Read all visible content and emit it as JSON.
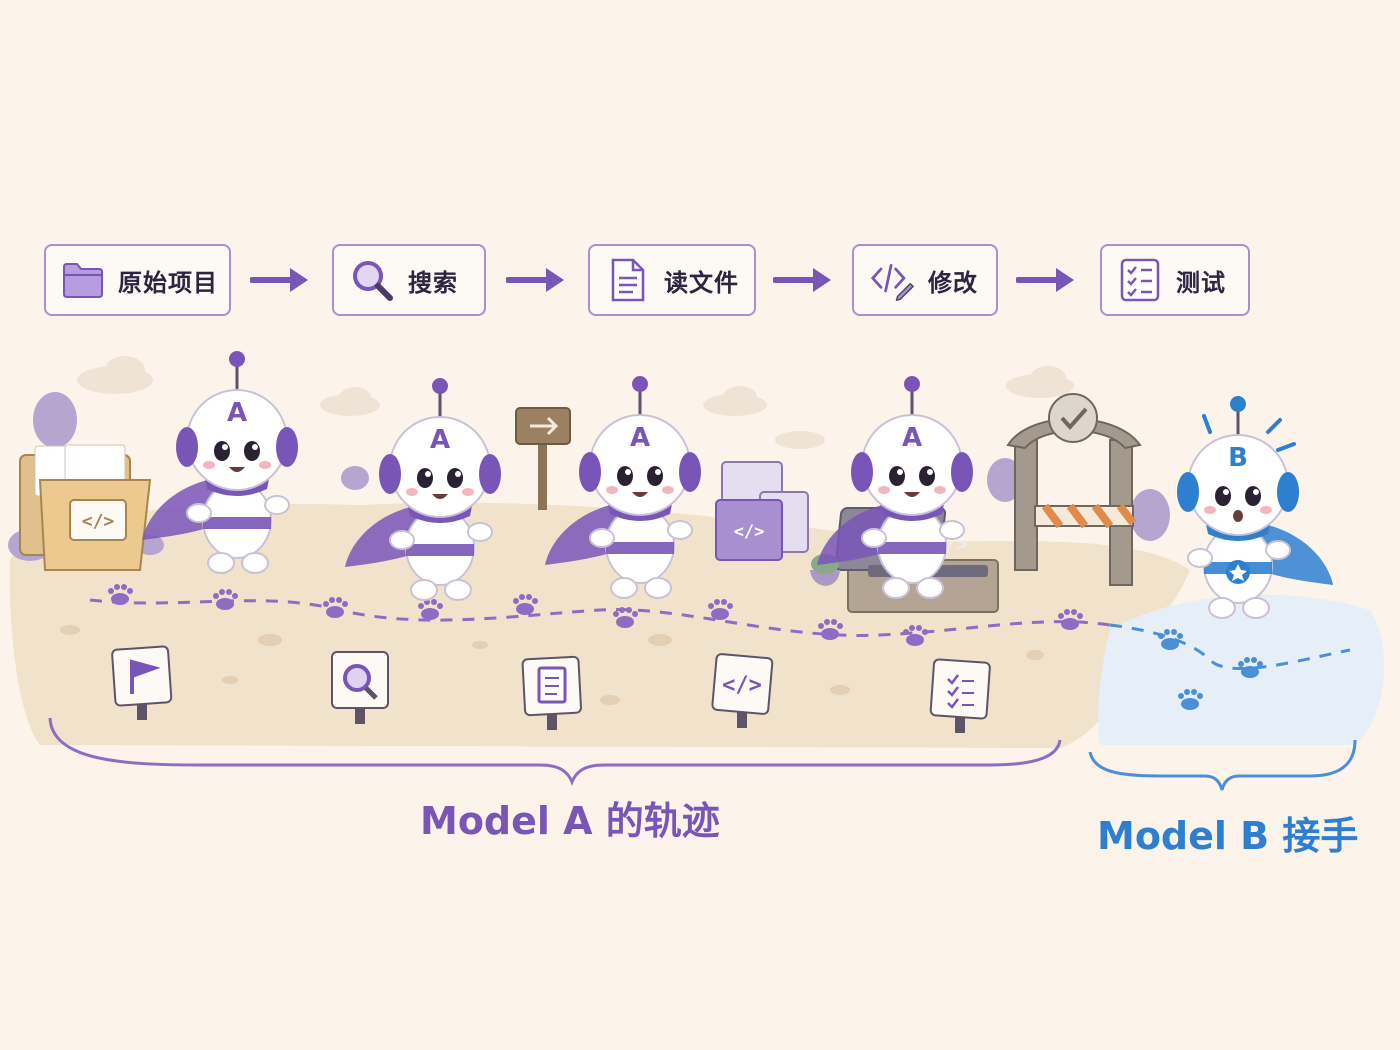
{
  "steps": [
    {
      "label": "原始项目",
      "icon": "folder-icon"
    },
    {
      "label": "搜索",
      "icon": "magnifier-icon"
    },
    {
      "label": "读文件",
      "icon": "document-icon"
    },
    {
      "label": "修改",
      "icon": "code-edit-icon"
    },
    {
      "label": "测试",
      "icon": "checklist-icon"
    }
  ],
  "robots": [
    {
      "letter": "A",
      "color": "#7a55b8"
    },
    {
      "letter": "A",
      "color": "#7a55b8"
    },
    {
      "letter": "A",
      "color": "#7a55b8"
    },
    {
      "letter": "A",
      "color": "#7a55b8"
    },
    {
      "letter": "B",
      "color": "#2f7fd1"
    }
  ],
  "captions": {
    "model_a": "Model A 的轨迹",
    "model_b": "Model B 接手"
  },
  "colors": {
    "background": "#fcf4ea",
    "model_a": "#7a55b8",
    "model_b": "#2f7fd1",
    "sand": "#f1e2cc"
  }
}
